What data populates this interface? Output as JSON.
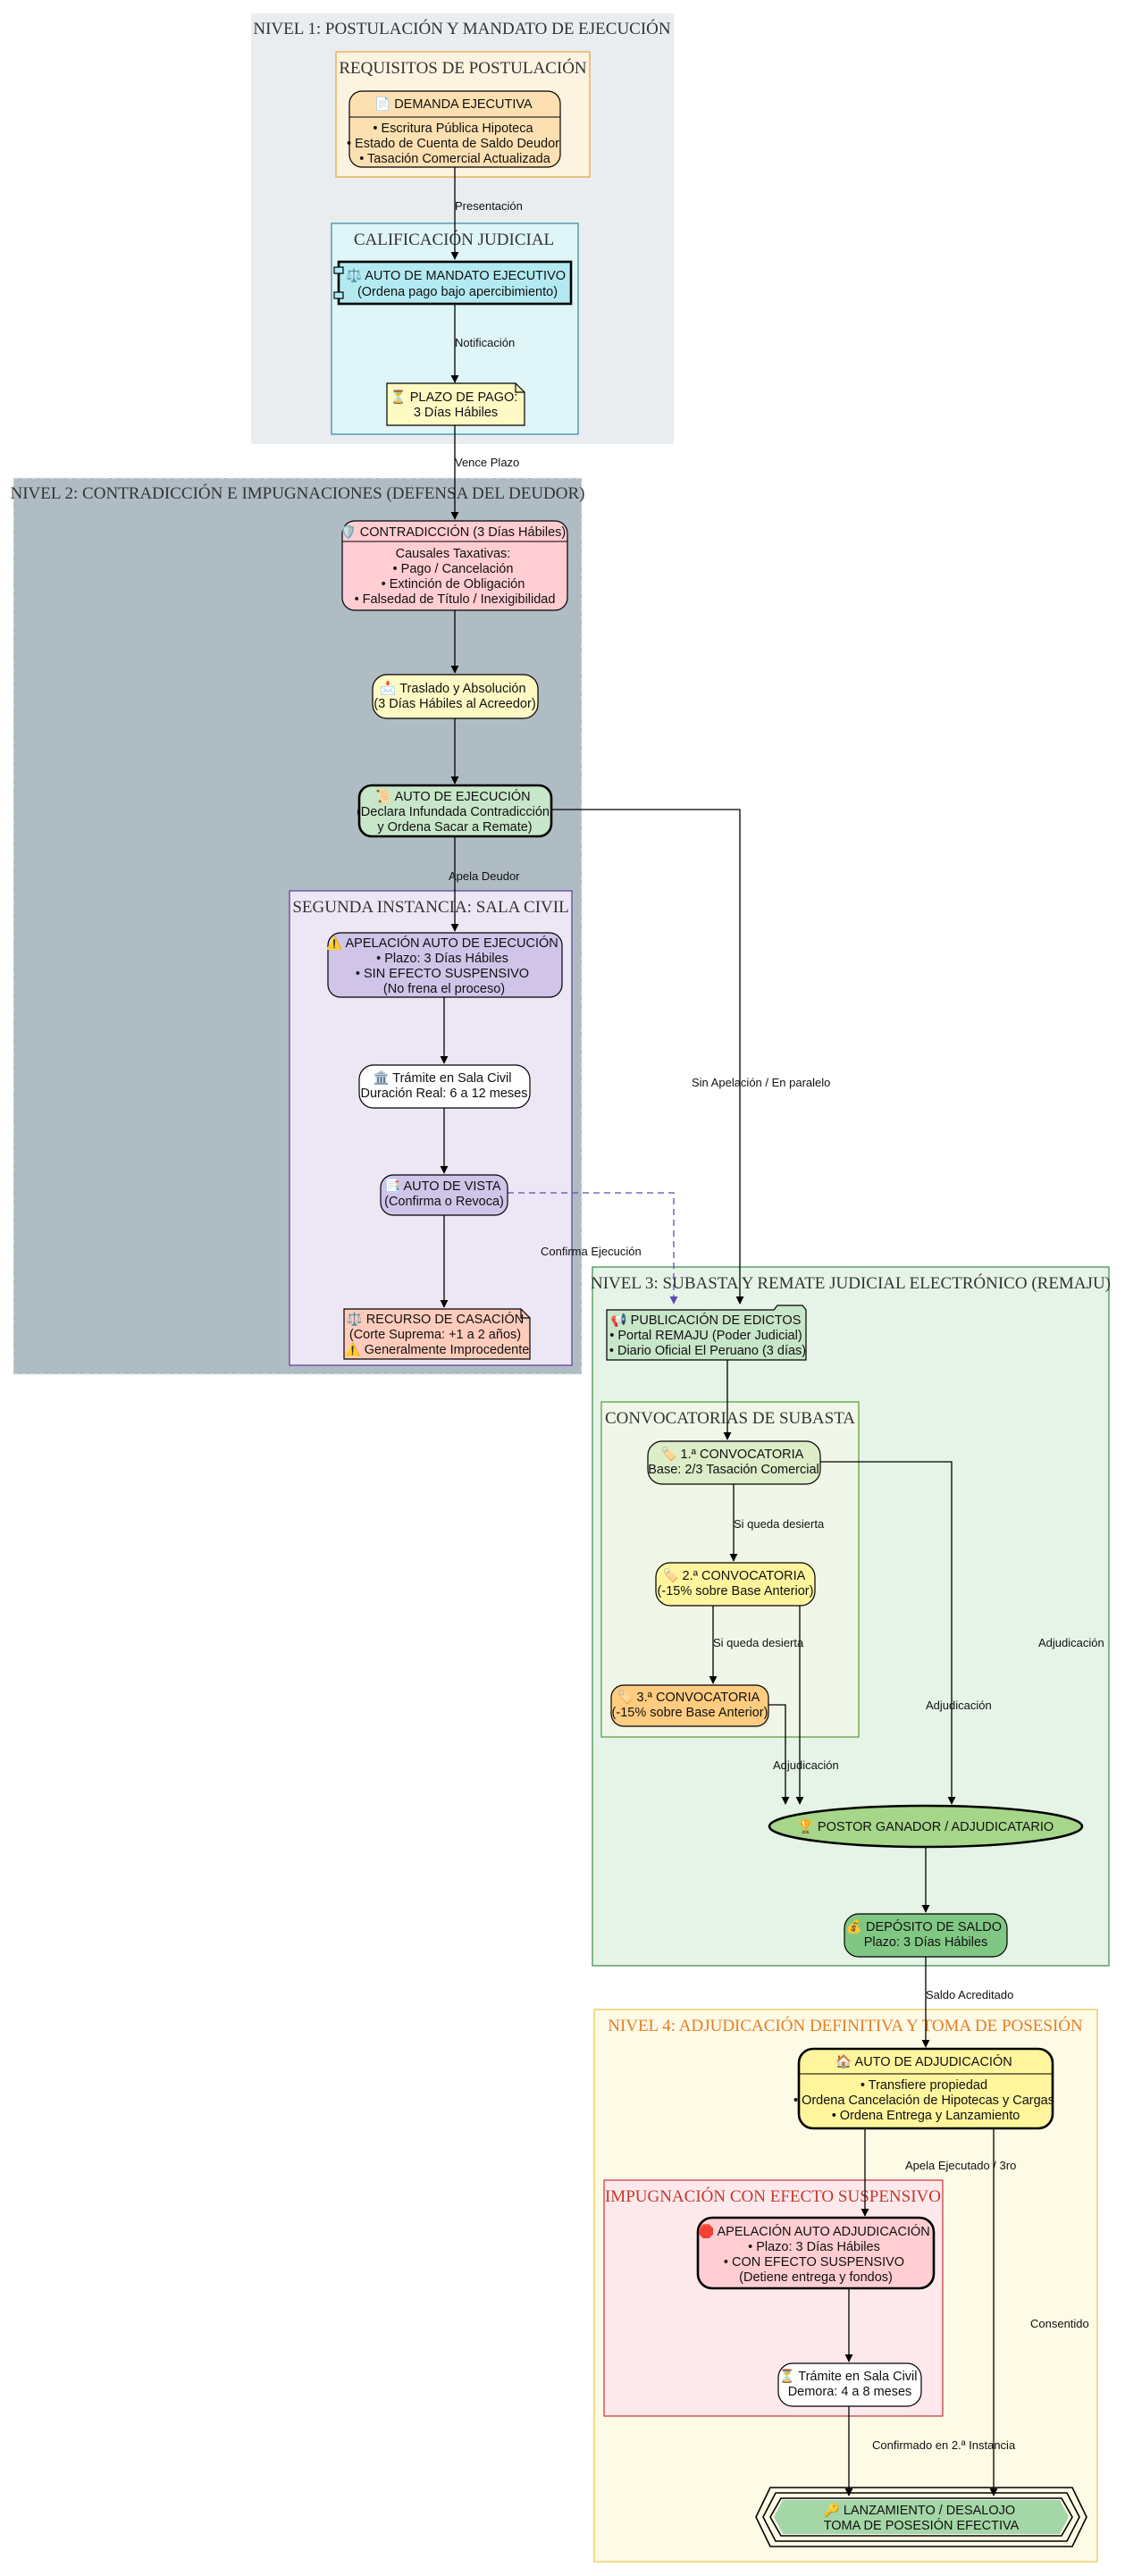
{
  "clusters": {
    "nivel1": "NIVEL 1: POSTULACIÓN Y MANDATO DE EJECUCIÓN",
    "requisitos": "REQUISITOS DE POSTULACIÓN",
    "calificacion": "CALIFICACIÓN JUDICIAL",
    "nivel2": "NIVEL 2: CONTRADICCIÓN E IMPUGNACIONES (DEFENSA DEL DEUDOR)",
    "segunda": "SEGUNDA INSTANCIA: SALA CIVIL",
    "nivel3": "NIVEL 3: SUBASTA Y REMATE JUDICIAL ELECTRÓNICO (REMAJU)",
    "convocatorias": "CONVOCATORIAS DE SUBASTA",
    "nivel4": "NIVEL 4: ADJUDICACIÓN DEFINITIVA Y TOMA DE POSESIÓN",
    "impugnacion": "IMPUGNACIÓN CON EFECTO SUSPENSIVO"
  },
  "nodes": {
    "demanda": [
      "📄 DEMANDA EJECUTIVA",
      "• Escritura Pública Hipoteca",
      "• Estado de Cuenta de Saldo Deudor",
      "• Tasación Comercial Actualizada"
    ],
    "mandato": [
      "⚖️ AUTO DE MANDATO EJECUTIVO",
      "(Ordena pago bajo apercibimiento)"
    ],
    "plazo": [
      "⏳ PLAZO DE PAGO:",
      "3 Días Hábiles"
    ],
    "contradiccion": [
      "🛡️ CONTRADICCIÓN (3 Días Hábiles)",
      "Causales Taxativas:",
      "• Pago / Cancelación",
      "• Extinción de Obligación",
      "• Falsedad de Título / Inexigibilidad"
    ],
    "traslado": [
      "📩 Traslado y Absolución",
      "(3 Días Hábiles al Acreedor)"
    ],
    "auto_ejecucion": [
      "📜 AUTO DE EJECUCIÓN",
      "(Declara Infundada Contradicción",
      "y Ordena Sacar a Remate)"
    ],
    "apelacion_ejec": [
      "⚠️ APELACIÓN AUTO DE EJECUCIÓN",
      "• Plazo: 3 Días Hábiles",
      "• SIN EFECTO SUSPENSIVO",
      "(No frena el proceso)"
    ],
    "tramite_sala1": [
      "🏛️ Trámite en Sala Civil",
      "Duración Real: 6 a 12 meses"
    ],
    "auto_vista": [
      "📑 AUTO DE VISTA",
      "(Confirma o Revoca)"
    ],
    "casacion": [
      "⚖️ RECURSO DE CASACIÓN",
      "(Corte Suprema: +1 a 2 años)",
      "⚠️ Generalmente Improcedente"
    ],
    "edictos": [
      "📢 PUBLICACIÓN DE EDICTOS",
      "• Portal REMAJU (Poder Judicial)",
      "• Diario Oficial El Peruano (3 días)"
    ],
    "conv1": [
      "🏷️ 1.ª CONVOCATORIA",
      "Base: 2/3 Tasación Comercial"
    ],
    "conv2": [
      "🏷️ 2.ª CONVOCATORIA",
      "(-15% sobre Base Anterior)"
    ],
    "conv3": [
      "🏷️ 3.ª CONVOCATORIA",
      "(-15% sobre Base Anterior)"
    ],
    "postor": [
      "🏆 POSTOR GANADOR / ADJUDICATARIO"
    ],
    "deposito": [
      "💰 DEPÓSITO DE SALDO",
      "Plazo: 3 Días Hábiles"
    ],
    "auto_adjudicacion": [
      "🏠 AUTO DE ADJUDICACIÓN",
      "• Transfiere propiedad",
      "• Ordena Cancelación de Hipotecas y Cargas",
      "• Ordena Entrega y Lanzamiento"
    ],
    "apelacion_adj": [
      "🛑 APELACIÓN AUTO ADJUDICACIÓN",
      "• Plazo: 3 Días Hábiles",
      "• CON EFECTO SUSPENSIVO",
      "(Detiene entrega y fondos)"
    ],
    "tramite_sala2": [
      "⏳ Trámite en Sala Civil",
      "Demora: 4 a 8 meses"
    ],
    "lanzamiento": [
      "🔑 LANZAMIENTO / DESALOJO",
      "TOMA DE POSESIÓN EFECTIVA"
    ]
  },
  "edges": {
    "presentacion": "Presentación",
    "notificacion": "Notificación",
    "vence_plazo": "Vence Plazo",
    "apela_deudor": "Apela Deudor",
    "sin_apelacion": "Sin Apelación / En paralelo",
    "confirma_ejecucion": "Confirma Ejecución",
    "si_desierta1": "Si queda desierta",
    "si_desierta2": "Si queda desierta",
    "adjudicacion1": "Adjudicación",
    "adjudicacion2": "Adjudicación",
    "adjudicacion3": "Adjudicación",
    "saldo_acreditado": "Saldo Acreditado",
    "apela_ejecutado": "Apela Ejecutado / 3ro",
    "consentido": "Consentido",
    "confirmado": "Confirmado en 2.ª Instancia"
  },
  "colors": {
    "nivel1_fill": "#e9edf0",
    "nivel2_fill": "#afbcc4",
    "nivel3_fill": "#e6f3e7",
    "nivel4_fill": "#fdfae6",
    "requisitos_fill": "#fdf3e1",
    "calificacion_fill": "#dff5f7",
    "segunda_fill": "#ede6f4",
    "convocatorias_fill": "#f1f7e8",
    "impugnacion_fill": "#fde9ec",
    "dashed_edge": "#5c4bb5",
    "nivel4_title": "#e67e22"
  }
}
